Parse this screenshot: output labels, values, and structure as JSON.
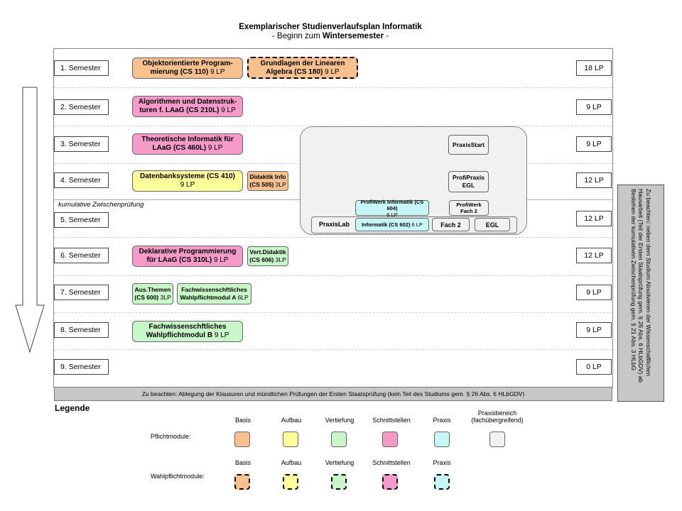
{
  "title": {
    "line1": "Exemplarischer Studienverlaufsplan Informatik",
    "line2_prefix": "- Beginn zum ",
    "line2_bold": "Wintersemester",
    "line2_suffix": " -"
  },
  "semesters": [
    {
      "label": "1. Semester",
      "lp": "18 LP"
    },
    {
      "label": "2. Semester",
      "lp": "9 LP"
    },
    {
      "label": "3. Semester",
      "lp": "9 LP"
    },
    {
      "label": "4. Semester",
      "lp": "12 LP"
    },
    {
      "label": "5. Semester",
      "lp": "12 LP"
    },
    {
      "label": "6. Semester",
      "lp": "12 LP"
    },
    {
      "label": "7. Semester",
      "lp": "9 LP"
    },
    {
      "label": "8. Semester",
      "lp": "9 LP"
    },
    {
      "label": "9. Semester",
      "lp": "0 LP"
    }
  ],
  "zwischenpruefung": "kumulative Zwischenprüfung",
  "modules": {
    "oop": {
      "name": "Objektorientierte Program-mierung (CS 110)",
      "lp": "9 LP",
      "color": "#f7c08f"
    },
    "linalg": {
      "name": "Grundlagen der Linearen Algebra (CS 180)",
      "lp": "9 LP",
      "color": "#f7c08f"
    },
    "algo": {
      "name": "Algorithmen und Datenstruk-turen f. LAaG (CS 210L)",
      "lp": "9 LP",
      "color": "#f59ac9"
    },
    "theo": {
      "name": "Theoretische Informatik für LAaG (CS 460L)",
      "lp": "9 LP",
      "color": "#f59ac9"
    },
    "dbs": {
      "name": "Datenbanksysteme (CS 410)",
      "lp": "9 LP",
      "color": "#fdfd99"
    },
    "didaktik": {
      "name": "Didaktik Info (CS 505)",
      "lp": "3LP",
      "color": "#f7c08f"
    },
    "dekl": {
      "name": "Deklarative Programmierung für LAaG (CS 310L)",
      "lp": "9 LP",
      "color": "#f59ac9"
    },
    "vertdid": {
      "name": "Vert.Didaktik (CS 606)",
      "lp": "3LP",
      "color": "#c9f7c9"
    },
    "austhemen": {
      "name": "Aus.Themen (CS 600)",
      "lp": "3LP",
      "color": "#c9f7c9"
    },
    "fwpa": {
      "name": "Fachwissenschftliches Wahlpflichtmodul A",
      "lp": "6LP",
      "color": "#c9f7c9"
    },
    "fwpb": {
      "name": "Fachwissenschftliches Wahlpflichtmodul B",
      "lp": "9 LP",
      "color": "#c9f7c9"
    }
  },
  "praxis": {
    "praxisstart": "PraxisStart",
    "profipraxis": "ProfiPraxis EGL",
    "profiwerk_inf": "ProfiWerk Informatik (CS 604)",
    "profiwerk_inf_lp": "6 LP",
    "profiwerk_fach2": "ProfiWerk Fach 2",
    "praxislab": "PraxisLab",
    "praxislab_inf": "Informatik (CS 602)",
    "praxislab_inf_lp": "6 LP",
    "praxislab_fach2": "Fach 2",
    "praxislab_egl": "EGL"
  },
  "bottom_note": "Zu beachten: Ablegung der Klausuren und mündlichen Prüfungen der Ersten Staatsprüfung (kein Teil des Studiums gem. § 26 Abs. 6 HLbGDV)",
  "side_note": "Zu beachten: neben dem Studium Absolvieren der Wissenschaftlichen Hausarbeit (Teil der Ersten Staatsprüfung gem. § 26 Abs. 6 HLbGDV) ab Bestehen der kumulativen Zwischenprüfung gem. § 21 Abs. 3 HLbG",
  "legend": {
    "title": "Legende",
    "categories": [
      "Basis",
      "Aufbau",
      "Vertiefung",
      "Schnittstellen",
      "Praxis",
      "Praxisbereich (fachübergreifend)"
    ],
    "row1_label": "Pflichtmodule:",
    "row2_label": "Wahlpflichtmodule:",
    "colors": [
      "#f7c08f",
      "#fdfd99",
      "#c9f7c9",
      "#f59ac9",
      "#c6f6f6",
      "#f1f1f1"
    ]
  }
}
